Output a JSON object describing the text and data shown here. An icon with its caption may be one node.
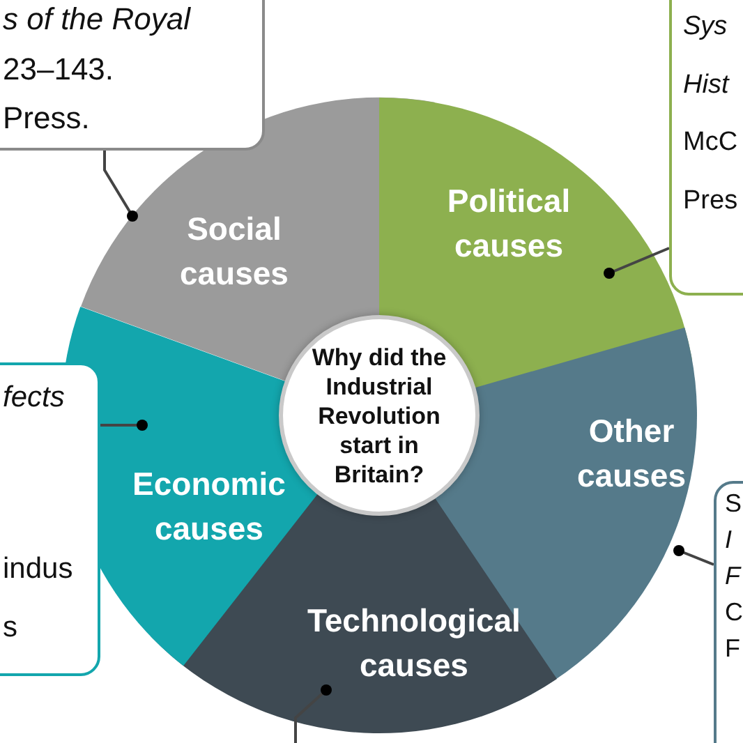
{
  "diagram": {
    "nodes": [
      {
        "text": [
          "Why did the Industrial Revolution start in Britain?"
        ]
      },
      {
        "text": [
          "Social causes"
        ]
      },
      {
        "text": [
          "Political causes"
        ]
      },
      {
        "text": [
          "Other causes"
        ]
      },
      {
        "text": [
          "Technological causes"
        ]
      },
      {
        "text": [
          "Economic causes"
        ]
      },
      {
        "text": [
          "s of the Royal",
          "23–143.",
          "Press."
        ]
      },
      {
        "text": [
          "Sys",
          "Hist",
          "McC",
          "Pres"
        ]
      },
      {
        "text": [
          "fects",
          "indus",
          "s"
        ]
      },
      {
        "text": [
          "S",
          "I",
          "F",
          "C",
          "F"
        ]
      }
    ],
    "edges": [
      {
        "from": 6,
        "to": 1,
        "arrow": "other"
      },
      {
        "from": 7,
        "to": 2,
        "arrow": "other"
      },
      {
        "from": 8,
        "to": 5,
        "arrow": "other"
      },
      {
        "from": 9,
        "to": 3,
        "arrow": "other"
      },
      {
        "from": null,
        "to": 4,
        "arrow": "other"
      }
    ]
  }
}
